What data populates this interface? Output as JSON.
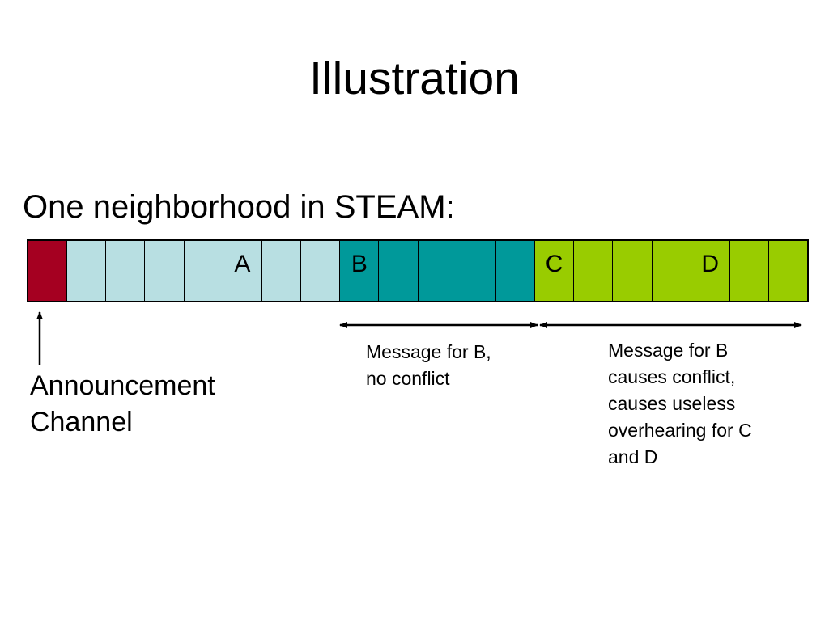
{
  "slide": {
    "title": "Illustration",
    "subtitle": "One neighborhood in STEAM:"
  },
  "channel_bar": {
    "slots": [
      {
        "label": "",
        "group": "announce",
        "color": "#a50021"
      },
      {
        "label": "",
        "group": "light",
        "color": "#b8dfe2"
      },
      {
        "label": "",
        "group": "light",
        "color": "#b8dfe2"
      },
      {
        "label": "",
        "group": "light",
        "color": "#b8dfe2"
      },
      {
        "label": "",
        "group": "light",
        "color": "#b8dfe2"
      },
      {
        "label": "A",
        "group": "light",
        "color": "#b8dfe2"
      },
      {
        "label": "",
        "group": "light",
        "color": "#b8dfe2"
      },
      {
        "label": "",
        "group": "light",
        "color": "#b8dfe2"
      },
      {
        "label": "B",
        "group": "teal",
        "color": "#00999a"
      },
      {
        "label": "",
        "group": "teal",
        "color": "#00999a"
      },
      {
        "label": "",
        "group": "teal",
        "color": "#00999a"
      },
      {
        "label": "",
        "group": "teal",
        "color": "#00999a"
      },
      {
        "label": "",
        "group": "teal",
        "color": "#00999a"
      },
      {
        "label": "C",
        "group": "green",
        "color": "#99cc00"
      },
      {
        "label": "",
        "group": "green",
        "color": "#99cc00"
      },
      {
        "label": "",
        "group": "green",
        "color": "#99cc00"
      },
      {
        "label": "",
        "group": "green",
        "color": "#99cc00"
      },
      {
        "label": "D",
        "group": "green",
        "color": "#99cc00"
      },
      {
        "label": "",
        "group": "green",
        "color": "#99cc00"
      },
      {
        "label": "",
        "group": "green",
        "color": "#99cc00"
      }
    ]
  },
  "annotations": {
    "announcement_channel": "Announcement\nChannel",
    "message_b_no_conflict": "Message for B,\nno conflict",
    "message_b_conflict": "Message for B\ncauses conflict,\ncauses useless\noverhearing for C\nand D"
  }
}
